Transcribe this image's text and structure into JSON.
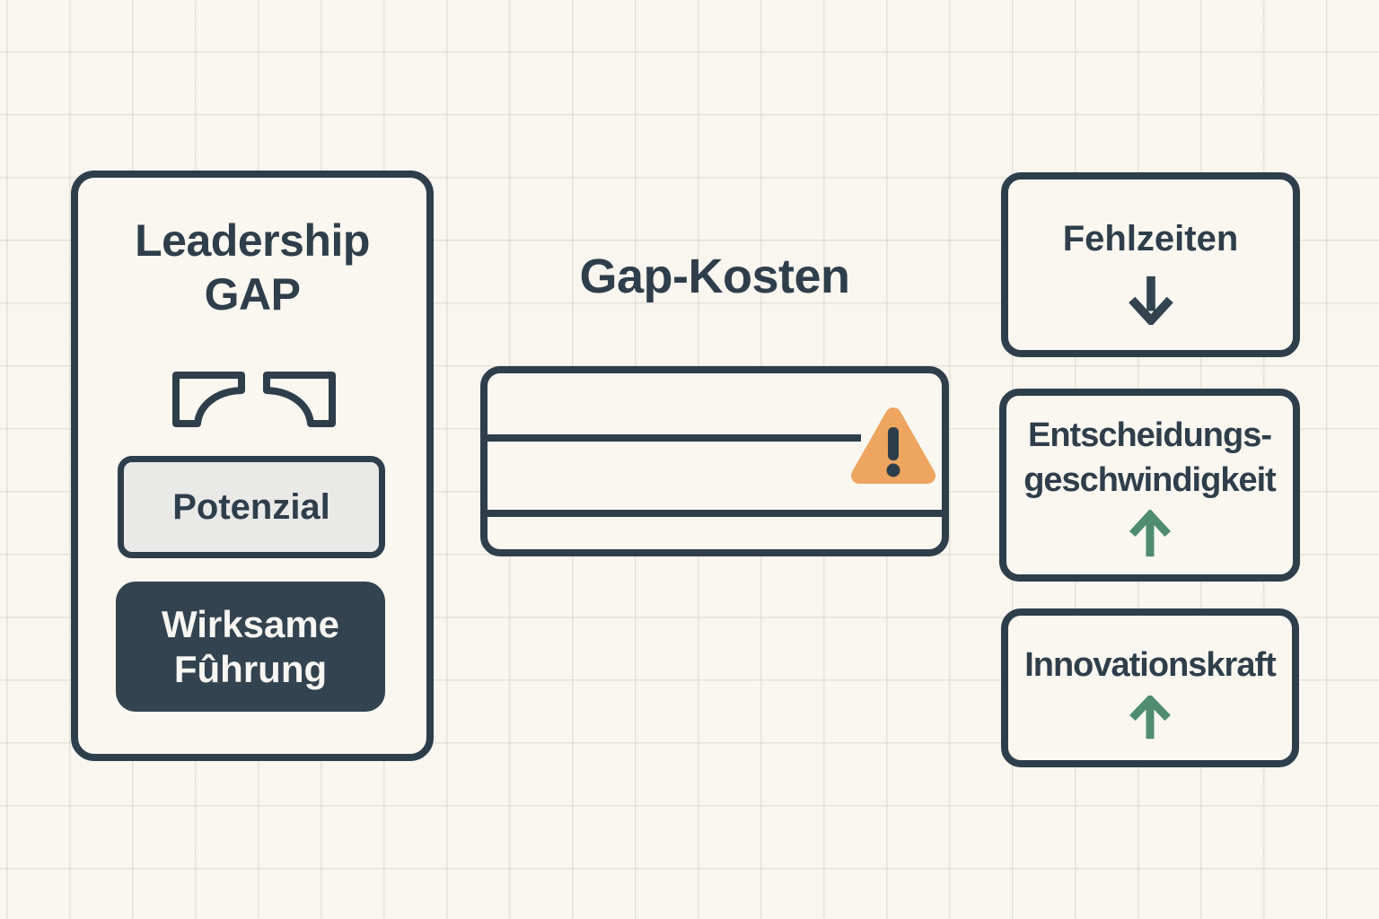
{
  "left_panel": {
    "title_line1": "Leadership",
    "title_line2": "GAP",
    "potential_label": "Potenzial",
    "effective_line1": "Wirksame",
    "effective_line2": "Fûhrung"
  },
  "middle": {
    "title": "Gap-Kosten",
    "warning_icon": "warning-triangle-icon"
  },
  "right_panel": {
    "boxes": [
      {
        "label": "Fehlzeiten",
        "arrow": "down"
      },
      {
        "label_line1": "Entscheidungs-",
        "label_line2": "geschwindigkeit",
        "arrow": "up"
      },
      {
        "label": "Innovationskraft",
        "arrow": "up"
      }
    ]
  },
  "icons": {
    "gap_symbol": "gap-brackets-icon",
    "warning": "warning-triangle-icon",
    "down_arrow": "arrow-down-icon",
    "up_arrow": "arrow-up-icon"
  },
  "colors": {
    "ink": "#2F3E4B",
    "background": "#F8F6EF",
    "panel_fill": "#F9F7F0",
    "potential_fill": "#E9E9E8",
    "dark_fill": "#33434F",
    "light_text": "#F7F6F3",
    "warning_orange": "#EDA55F",
    "arrow_green": "#4F8C72"
  }
}
